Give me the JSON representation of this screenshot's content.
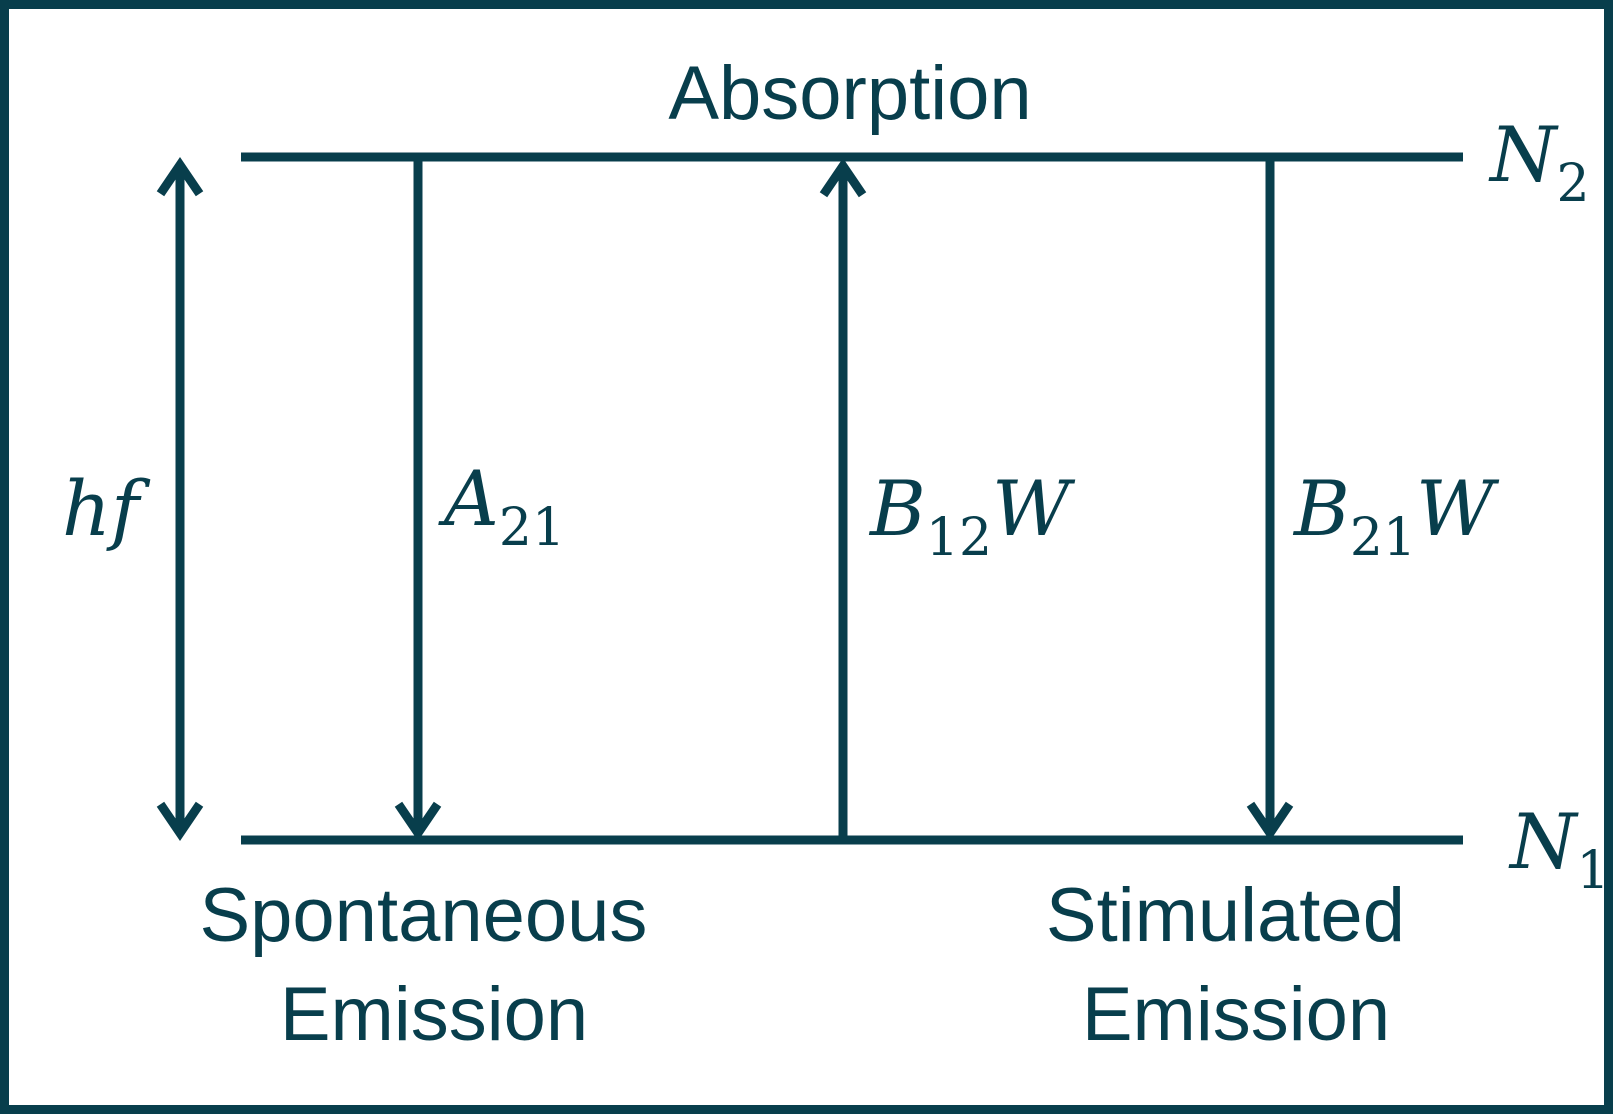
{
  "colors": {
    "ink": "#083e4c",
    "background": "#ffffff"
  },
  "labels": {
    "absorption": "Absorption",
    "spontaneous_line1": "Spontaneous",
    "spontaneous_line2": "Emission",
    "stimulated_line1": "Stimulated",
    "stimulated_line2": "Emission"
  },
  "levels": {
    "upper": {
      "symbol": "N",
      "subscript": "2"
    },
    "lower": {
      "symbol": "N",
      "subscript": "1"
    }
  },
  "energy": {
    "label": "hf"
  },
  "transitions": {
    "spontaneous": {
      "symbol": "A",
      "subscript": "21",
      "suffix": ""
    },
    "absorption": {
      "symbol": "B",
      "subscript": "12",
      "suffix": "W"
    },
    "stimulated": {
      "symbol": "B",
      "subscript": "21",
      "suffix": "W"
    }
  }
}
